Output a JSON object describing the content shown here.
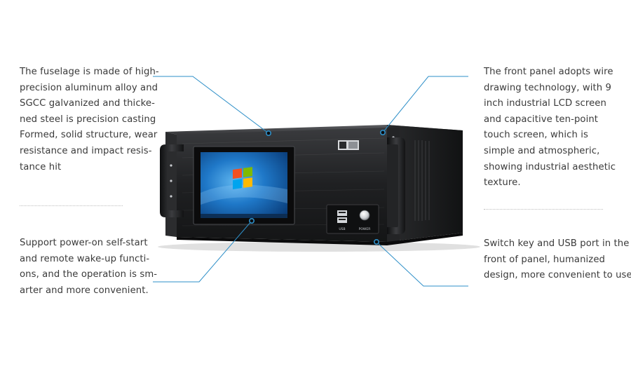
{
  "callouts": {
    "top_left": [
      "The fuselage is made of high-",
      "precision aluminum alloy and",
      "SGCC galvanized and thicke-",
      "ned steel is precision casting",
      "Formed, solid structure, wear",
      "resistance and impact resis-",
      "tance hit"
    ],
    "bottom_left": [
      "Support power-on self-start",
      "and remote wake-up functi-",
      "ons, and the operation is sm-",
      "arter and more convenient."
    ],
    "top_right": [
      "The front panel adopts wire",
      "drawing technology, with 9",
      "inch industrial LCD screen",
      "and capacitive ten-point",
      "touch screen, which is",
      "simple and atmospheric,",
      "showing industrial aesthetic",
      "texture."
    ],
    "bottom_right": [
      "Switch key and USB port in the",
      "front of panel, humanized",
      "design, more convenient to use"
    ]
  },
  "device": {
    "port_labels": {
      "usb": "USB",
      "power": "POWER"
    }
  },
  "colors": {
    "callout_line": "#2e8fc8",
    "chassis": "#1c1d1f",
    "screen_bg": "#1d73c4"
  }
}
